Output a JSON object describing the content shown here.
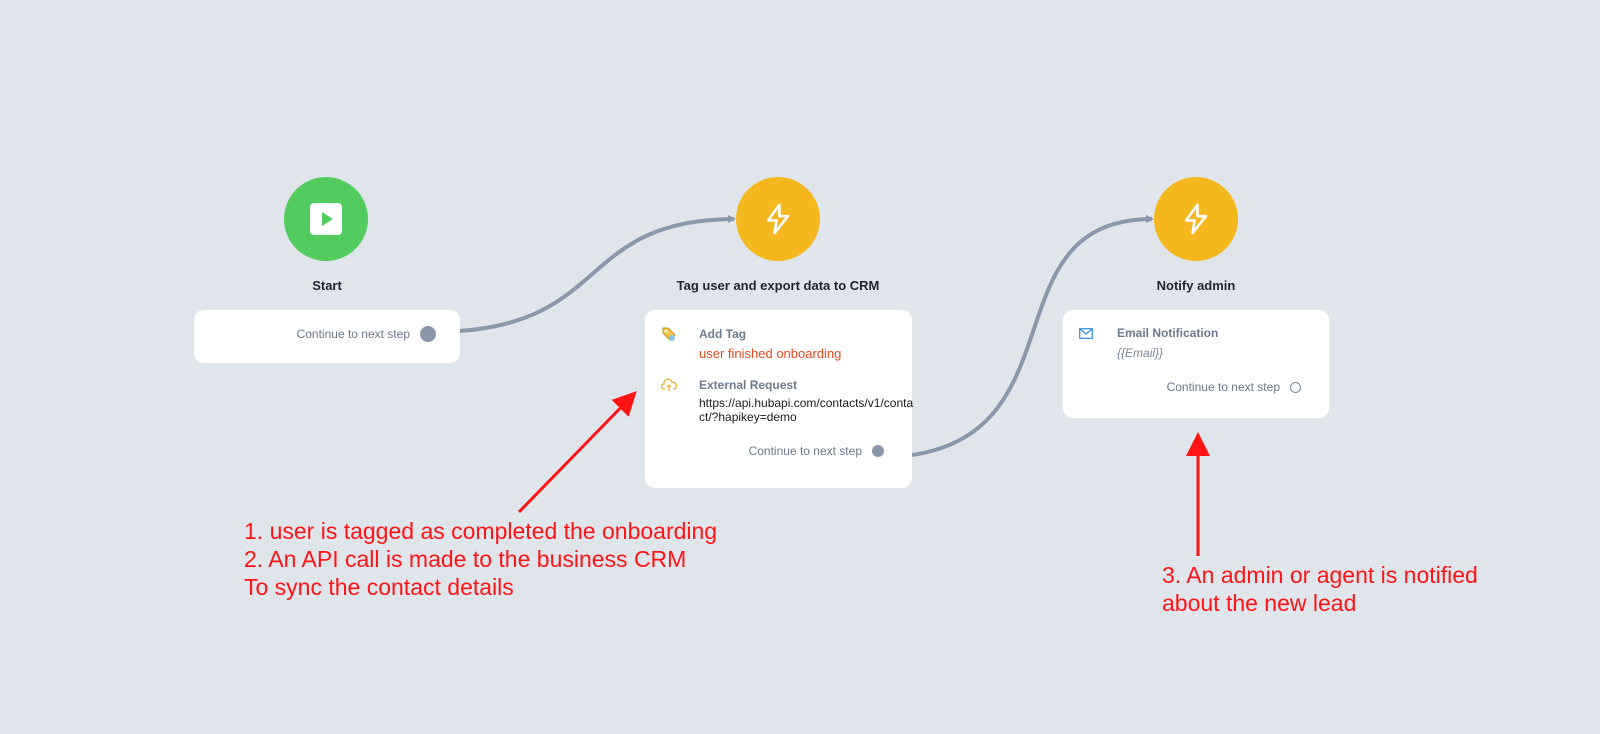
{
  "nodes": {
    "start": {
      "title": "Start",
      "continue_label": "Continue to next step",
      "icon": "play-icon",
      "color": "#52cc5e"
    },
    "tag_export": {
      "title": "Tag user and export data to CRM",
      "icon": "lightning-icon",
      "color": "#f5b71e",
      "actions": [
        {
          "label": "Add Tag",
          "value": "user finished onboarding",
          "icon": "tag-icon"
        },
        {
          "label": "External Request",
          "value": "https://api.hubapi.com/contacts/v1/contact/?hapikey=demo",
          "icon": "cloud-upload-icon"
        }
      ],
      "continue_label": "Continue to next step"
    },
    "notify_admin": {
      "title": "Notify admin",
      "icon": "lightning-icon",
      "color": "#f5b71e",
      "actions": [
        {
          "label": "Email Notification",
          "value": "{{Email}}",
          "icon": "envelope-icon"
        }
      ],
      "continue_label": "Continue to next step"
    }
  },
  "annotations": {
    "left": [
      "1. user is tagged as completed the onboarding",
      "2. An API call is made to the business CRM",
      "To sync the contact details"
    ],
    "right": [
      "3. An admin or agent is notified",
      "about the new lead"
    ]
  },
  "colors": {
    "background": "#e0e5ec",
    "connector": "#8a96aa",
    "annotation": "#ff1414",
    "tag_value": "#e8491d"
  }
}
